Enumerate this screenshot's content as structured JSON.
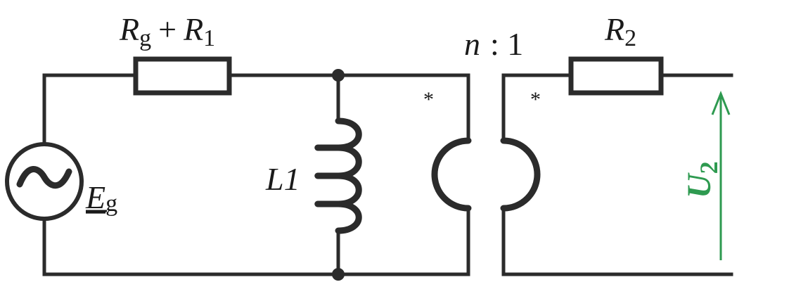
{
  "labels": {
    "resistor1_main": "R",
    "resistor1_sub1": "g",
    "plus": "+",
    "resistor1_main2": "R",
    "resistor1_sub2": "1",
    "ratio_n": "n",
    "ratio_rest": ": 1",
    "resistor2_main": "R",
    "resistor2_sub": "2",
    "source_main": "E",
    "source_sub": "g",
    "inductor": "L1",
    "star_primary": "*",
    "star_secondary": "*",
    "voltage_main": "U",
    "voltage_sub": "2",
    "source_symbol": "~"
  },
  "colors": {
    "wire": "#2b2b2b",
    "voltage": "#2e9a50"
  }
}
